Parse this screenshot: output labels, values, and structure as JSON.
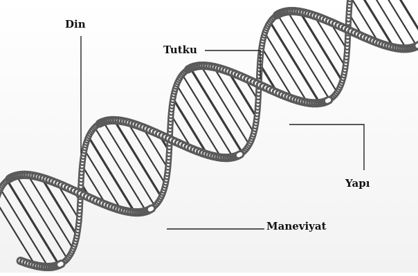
{
  "labels": {
    "din": "Din",
    "tutku": "Tutku",
    "yapi": "Yapı",
    "maneviyat": "Maneviyat"
  },
  "colors": {
    "strand_highlight": "#ffffff",
    "strand_shadow": "#5a5a5a",
    "rung_dark": "#3a3a3a",
    "leader_line": "#222222"
  }
}
